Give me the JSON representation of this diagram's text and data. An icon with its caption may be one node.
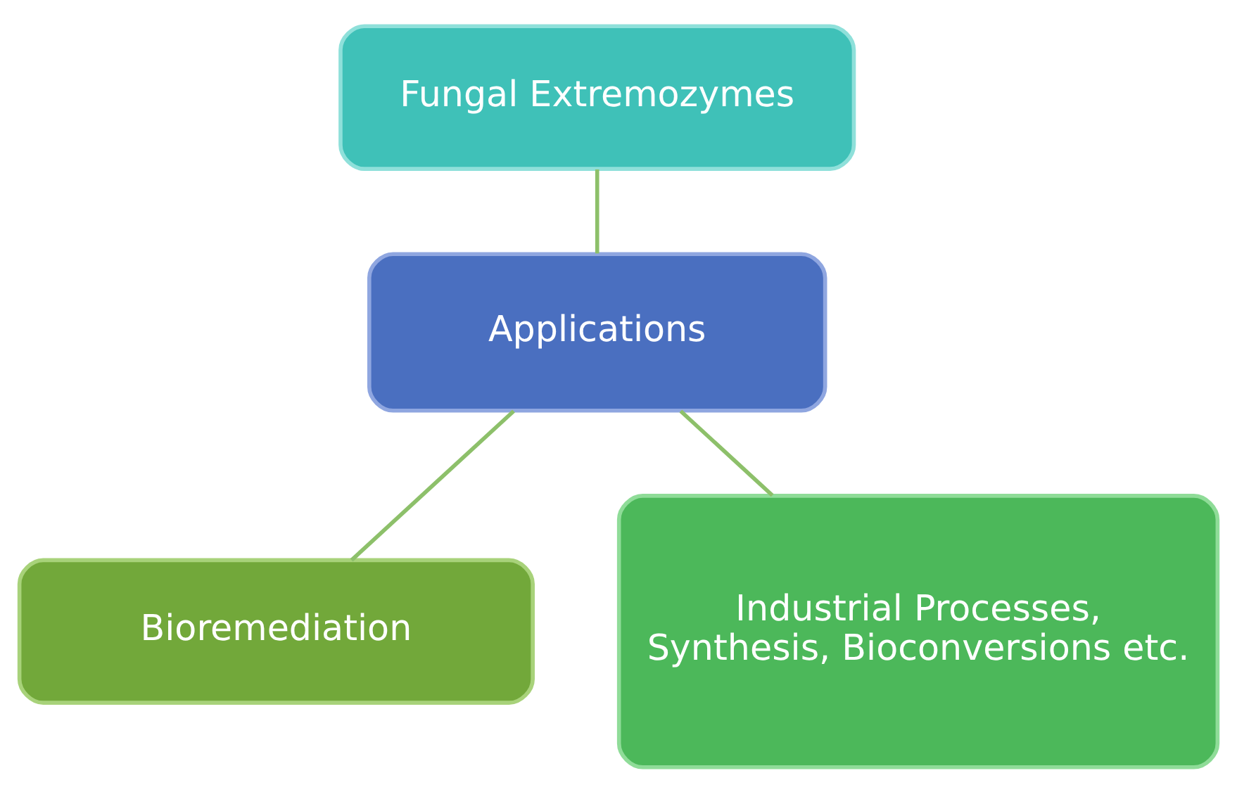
{
  "diagram": {
    "nodes": [
      {
        "text": [
          "Fungal Extremozymes"
        ]
      },
      {
        "text": [
          "Applications"
        ]
      },
      {
        "text": [
          "Bioremediation"
        ]
      },
      {
        "text": [
          "Industrial Processes, Synthesis, Bioconversions etc."
        ]
      }
    ],
    "edges": [
      {
        "from": 0,
        "to": 1,
        "arrow": "none"
      },
      {
        "from": 1,
        "to": 2,
        "arrow": "none"
      },
      {
        "from": 1,
        "to": 3,
        "arrow": "none"
      }
    ]
  }
}
